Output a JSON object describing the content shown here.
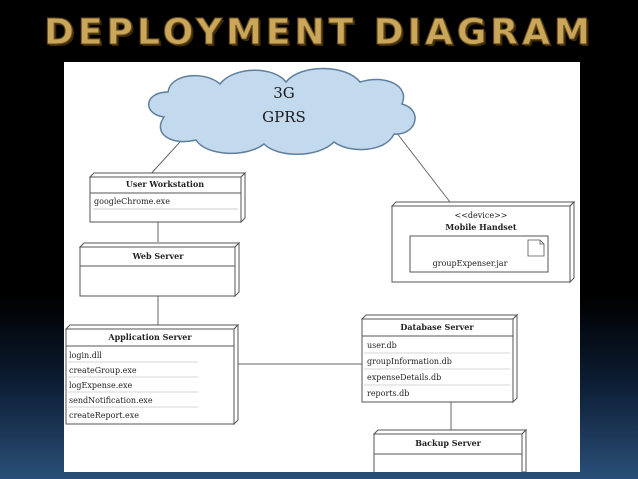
{
  "title": "DEPLOYMENT DIAGRAM",
  "cloud": {
    "line1": "3G",
    "line2": "GPRS"
  },
  "nodes": {
    "user_workstation": {
      "title": "User Workstation",
      "items": [
        "googleChrome.exe"
      ]
    },
    "web_server": {
      "title": "Web Server"
    },
    "application_server": {
      "title": "Application Server",
      "items": [
        "login.dll",
        "createGroup.exe",
        "logExpense.exe",
        "sendNotification.exe",
        "createReport.exe"
      ]
    },
    "mobile_handset": {
      "stereotype": "<<device>>",
      "title": "Mobile Handset",
      "artifact": "groupExpenser.jar"
    },
    "database_server": {
      "title": "Database Server",
      "items": [
        "user.db",
        "groupInformation.db",
        "expenseDetails.db",
        "reports.db"
      ]
    },
    "backup_server": {
      "title": "Backup Server"
    }
  },
  "colors": {
    "title_gold": "#c9a65a",
    "cloud_fill": "#c3d9ee",
    "cloud_stroke": "#5f7f9d"
  }
}
